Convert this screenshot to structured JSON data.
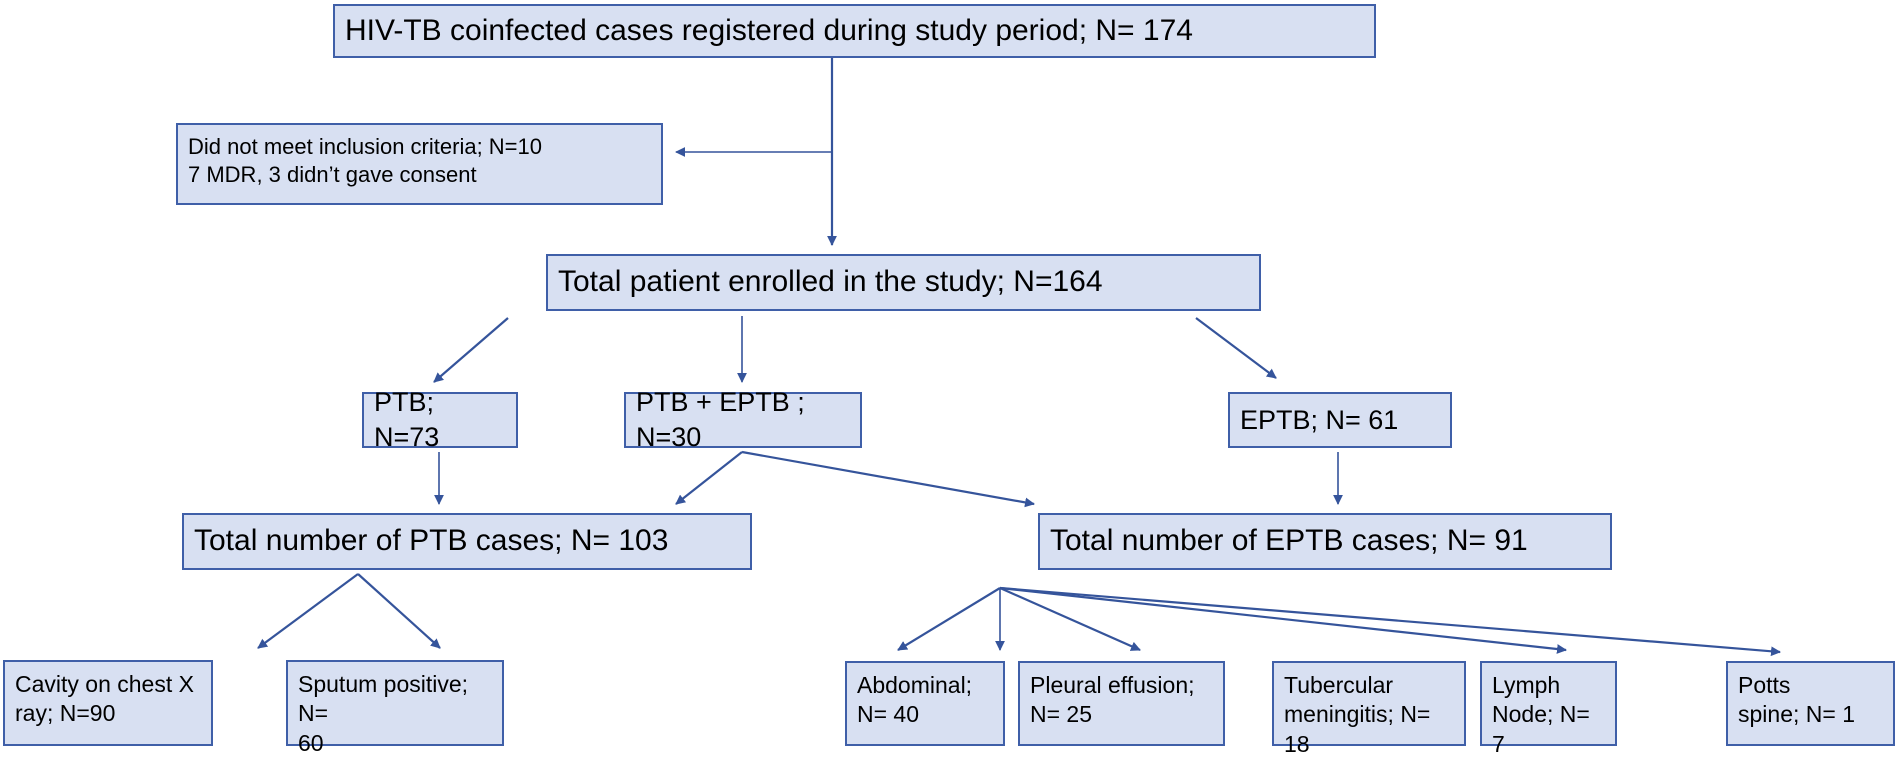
{
  "diagram": {
    "title": "HIV-TB coinfection study flow diagram",
    "colors": {
      "node_fill": "#d8e0f2",
      "node_border": "#3f5fa8",
      "edge": "#35549b",
      "text": "#000000",
      "background": "#ffffff"
    },
    "nodes": {
      "registered": {
        "label": "HIV-TB coinfected cases registered during study period; N= 174"
      },
      "excluded": {
        "label": "Did not meet inclusion criteria; N=10\n7 MDR, 3 didn’t gave consent"
      },
      "enrolled": {
        "label": "Total patient enrolled in the study; N=164"
      },
      "ptb": {
        "label": "PTB; N=73"
      },
      "ptb_eptb": {
        "label": "PTB + EPTB ; N=30"
      },
      "eptb": {
        "label": "EPTB; N= 61"
      },
      "total_ptb": {
        "label": "Total number of PTB cases; N= 103"
      },
      "total_eptb": {
        "label": "Total number of EPTB cases; N= 91"
      },
      "cavity": {
        "label": "Cavity on chest X\nray; N=90"
      },
      "sputum": {
        "label": "Sputum positive; N=\n60"
      },
      "abdominal": {
        "label": "Abdominal;\nN= 40"
      },
      "pleural": {
        "label": "Pleural effusion;\nN= 25"
      },
      "tb_meningitis": {
        "label": "Tubercular\nmeningitis; N= 18"
      },
      "lymph_node": {
        "label": "Lymph\nNode; N= 7"
      },
      "potts_spine": {
        "label": "Potts\nspine; N= 1"
      }
    },
    "chart_data": {
      "type": "flowchart",
      "title": "HIV-TB coinfected cases study flow",
      "counts": {
        "registered": 174,
        "did_not_meet_inclusion_criteria": 10,
        "mdr": 7,
        "did_not_give_consent": 3,
        "enrolled": 164,
        "ptb_only": 73,
        "ptb_plus_eptb": 30,
        "eptb_only": 61,
        "total_ptb_cases": 103,
        "total_eptb_cases": 91,
        "cavity_on_chest_xray": 90,
        "sputum_positive": 60,
        "abdominal": 40,
        "pleural_effusion": 25,
        "tubercular_meningitis": 18,
        "lymph_node": 7,
        "potts_spine": 1
      },
      "edges": [
        {
          "from": "registered",
          "to": "enrolled"
        },
        {
          "from": "registered",
          "to": "excluded"
        },
        {
          "from": "enrolled",
          "to": "ptb"
        },
        {
          "from": "enrolled",
          "to": "ptb_eptb"
        },
        {
          "from": "enrolled",
          "to": "eptb"
        },
        {
          "from": "ptb",
          "to": "total_ptb"
        },
        {
          "from": "ptb_eptb",
          "to": "total_ptb"
        },
        {
          "from": "ptb_eptb",
          "to": "total_eptb"
        },
        {
          "from": "eptb",
          "to": "total_eptb"
        },
        {
          "from": "total_ptb",
          "to": "cavity"
        },
        {
          "from": "total_ptb",
          "to": "sputum"
        },
        {
          "from": "total_eptb",
          "to": "abdominal"
        },
        {
          "from": "total_eptb",
          "to": "pleural"
        },
        {
          "from": "total_eptb",
          "to": "tb_meningitis"
        },
        {
          "from": "total_eptb",
          "to": "lymph_node"
        },
        {
          "from": "total_eptb",
          "to": "potts_spine"
        }
      ]
    }
  }
}
